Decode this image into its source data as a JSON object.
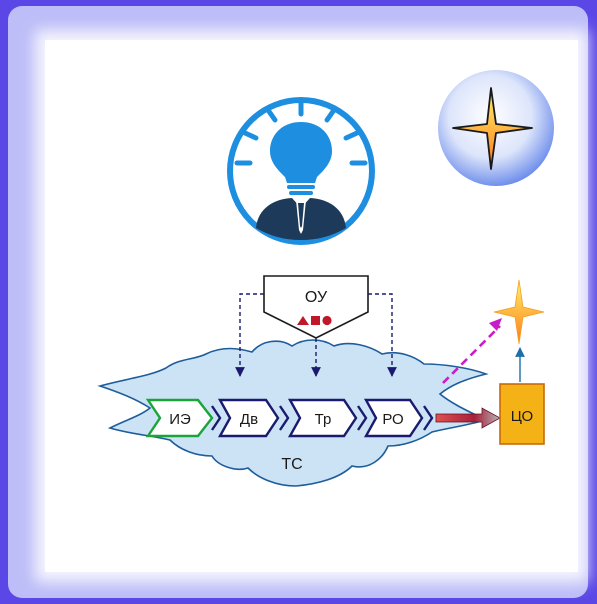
{
  "colors": {
    "page_background": "#5b47e6",
    "frame": "#bdbdf8",
    "card": "#ffffff",
    "cloud_fill": "#cce3f5",
    "cloud_stroke": "#1d5d9b",
    "block_stroke": "#1a1a6e",
    "source_block_stroke": "#1aa43a",
    "goal_block_fill": "#f5b216",
    "goal_block_stroke": "#c86a0a",
    "goal_arrow": "#a61f3b",
    "dashed_link": "#c81ec8",
    "lightbulb_icon": "#1e8fe0"
  },
  "icons": {
    "idea": "lightbulb-person-icon",
    "goal": "four-pointed-star-icon"
  },
  "diagram": {
    "control_block_label": "ОУ",
    "blocks": [
      {
        "id": "source",
        "label": "ИЭ"
      },
      {
        "id": "engine",
        "label": "Дв"
      },
      {
        "id": "transmission",
        "label": "Тр"
      },
      {
        "id": "working_organ",
        "label": "РО"
      }
    ],
    "system_label": "ТС",
    "goal_label": "ЦО"
  }
}
